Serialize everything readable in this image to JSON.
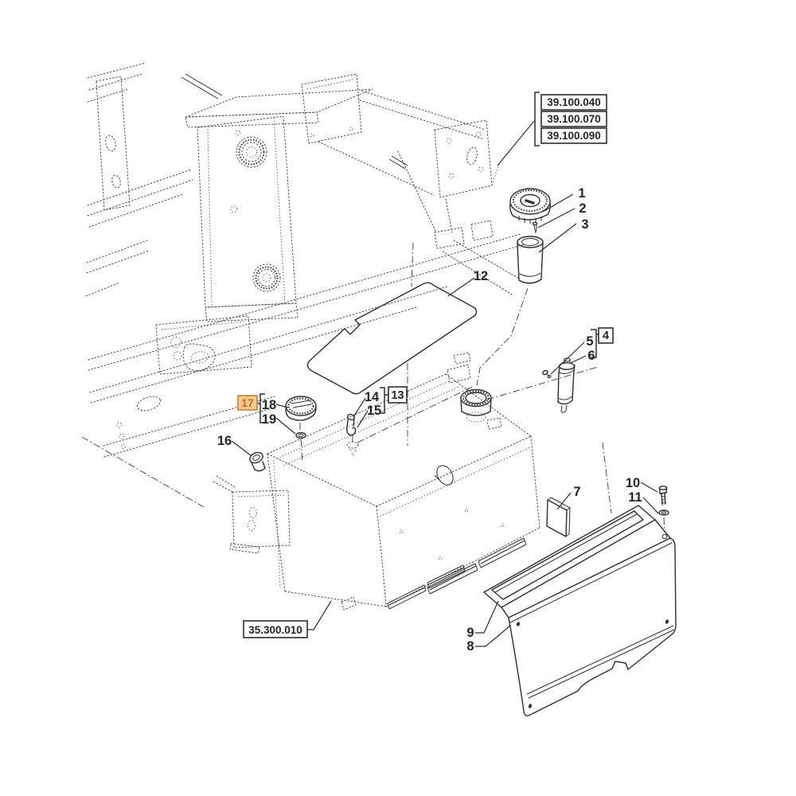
{
  "meta": {
    "type": "exploded-parts-diagram",
    "subject": "fuel tank assembly"
  },
  "colors": {
    "background": "#ffffff",
    "line": "#2e2e2e",
    "reference_line": "#4b4b4b",
    "highlight_fill": "#f6ca8e",
    "highlight_border": "#c8802f",
    "highlight_text": "#bc6e1d"
  },
  "ref_boxes": {
    "ref1": {
      "label": "39.100.040"
    },
    "ref2": {
      "label": "39.100.070"
    },
    "ref3": {
      "label": "39.100.090"
    }
  },
  "section_box": {
    "label": "35.300.010"
  },
  "callouts": {
    "c1": {
      "label": "1"
    },
    "c2": {
      "label": "2"
    },
    "c3": {
      "label": "3"
    },
    "b4": {
      "label": "4"
    },
    "c5": {
      "label": "5"
    },
    "c6": {
      "label": "6"
    },
    "c7": {
      "label": "7"
    },
    "c8": {
      "label": "8"
    },
    "c9": {
      "label": "9"
    },
    "c10": {
      "label": "10"
    },
    "c11": {
      "label": "11"
    },
    "c12": {
      "label": "12"
    },
    "b13": {
      "label": "13"
    },
    "c14": {
      "label": "14"
    },
    "c15": {
      "label": "15"
    },
    "c16": {
      "label": "16"
    },
    "b17": {
      "label": "17"
    },
    "c18": {
      "label": "18"
    },
    "c19": {
      "label": "19"
    }
  }
}
